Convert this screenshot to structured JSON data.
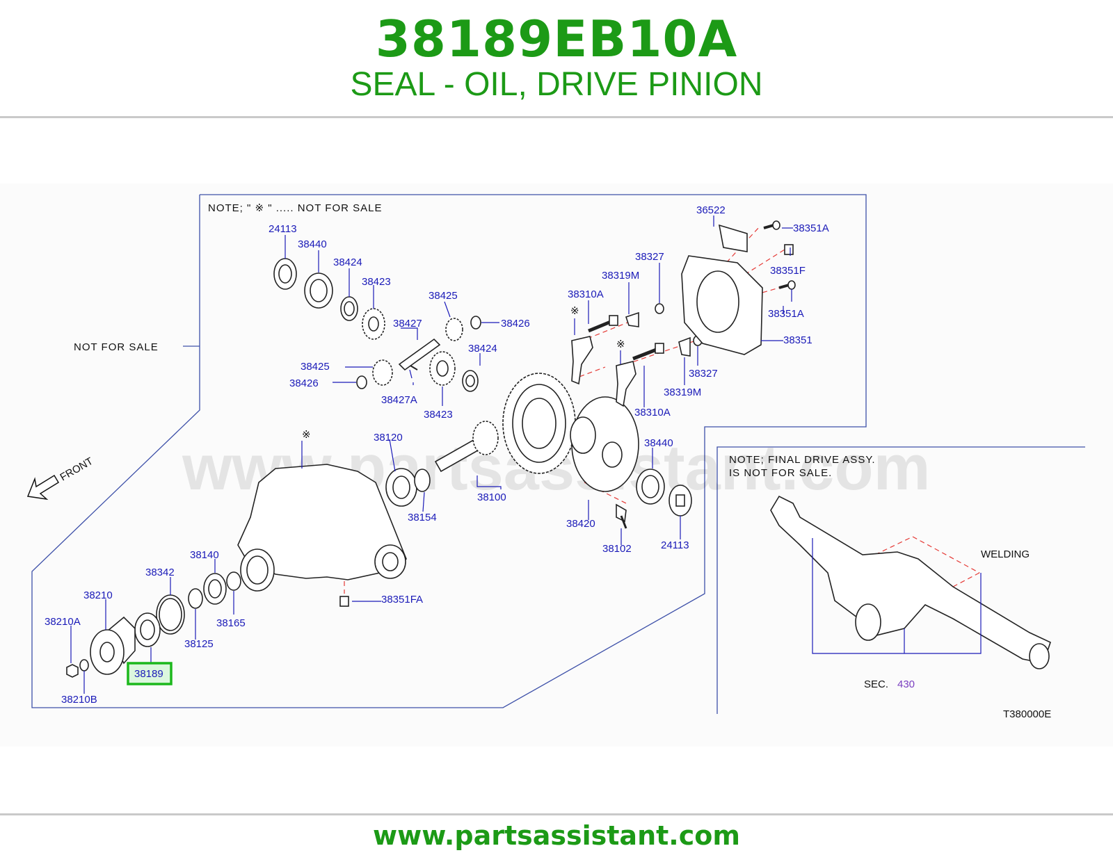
{
  "header": {
    "part_number": "38189EB10A",
    "part_name": "SEAL - OIL, DRIVE PINION"
  },
  "footer": {
    "url": "www.partsassistant.com"
  },
  "diagram": {
    "watermark": "www.partsassistant.com",
    "notes": {
      "not_for_sale_legend": "NOTE;  \"  ※ \"  .....  NOT  FOR  SALE",
      "side_not_for_sale": "NOT  FOR  SALE",
      "final_drive_line1": "NOTE;  FINAL  DRIVE  ASSY.",
      "final_drive_line2": "IS  NOT  FOR  SALE.",
      "front": "FRONT",
      "welding": "WELDING",
      "sec_prefix": "SEC.",
      "sec_number": "430",
      "drawing_code": "T380000E",
      "asterisk": "※"
    },
    "highlighted_part": "38189",
    "labels": {
      "l24113_top": "24113",
      "l38440_top": "38440",
      "l38424_top": "38424",
      "l38423_top": "38423",
      "l38425_top": "38425",
      "l38426_top": "38426",
      "l38427": "38427",
      "l38424_mid": "38424",
      "l38425_left": "38425",
      "l38426_left": "38426",
      "l38427A": "38427A",
      "l38423_bottom": "38423",
      "l36522": "36522",
      "l38351A_top": "38351A",
      "l38327_top": "38327",
      "l38351F": "38351F",
      "l38319M_top": "38319M",
      "l38351A_mid": "38351A",
      "l38310A_top": "38310A",
      "l38351": "38351",
      "l38327_mid": "38327",
      "l38319M_bottom": "38319M",
      "l38310A_bottom": "38310A",
      "l38120": "38120",
      "l38440_right": "38440",
      "l38100": "38100",
      "l38154": "38154",
      "l38420": "38420",
      "l38102": "38102",
      "l24113_right": "24113",
      "l38140": "38140",
      "l38342": "38342",
      "l38210": "38210",
      "l38210A": "38210A",
      "l38165": "38165",
      "l38125": "38125",
      "l38351FA": "38351FA",
      "l38210B": "38210B"
    }
  }
}
